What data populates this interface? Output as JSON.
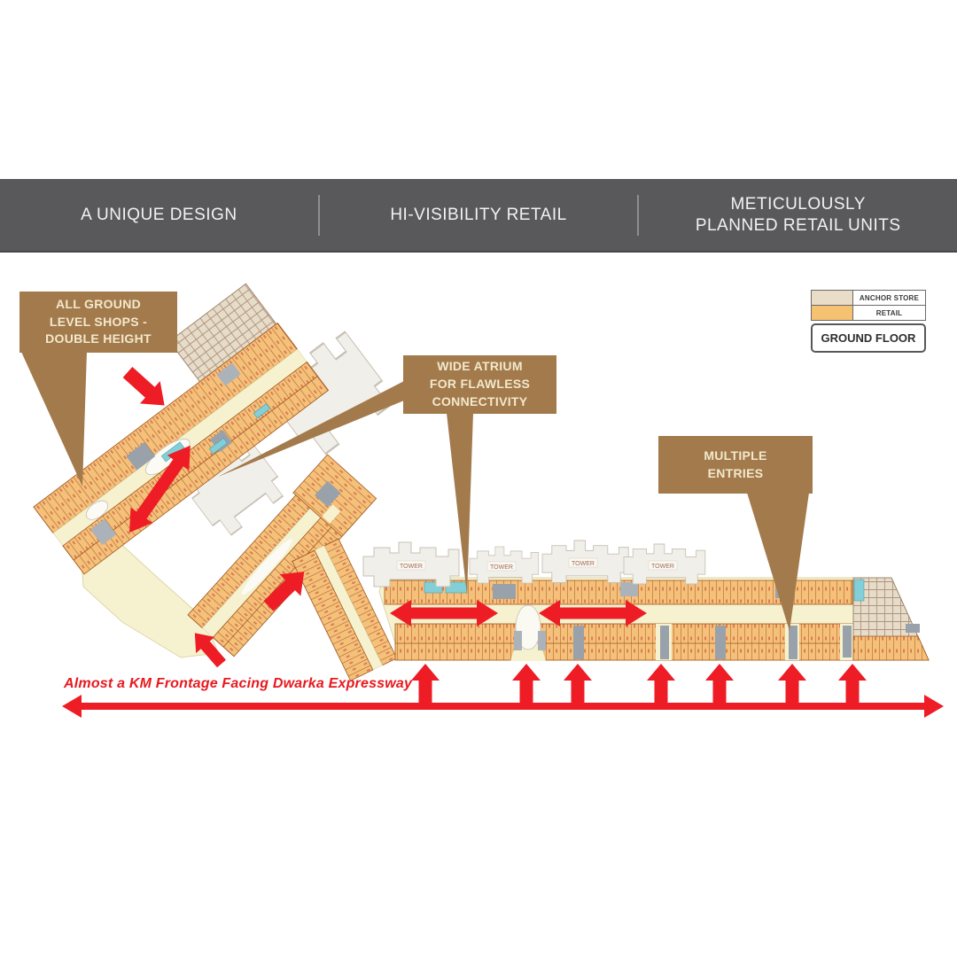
{
  "header": {
    "sections": [
      {
        "lines": [
          "A UNIQUE DESIGN"
        ]
      },
      {
        "lines": [
          "HI-VISIBILITY RETAIL"
        ]
      },
      {
        "lines": [
          "METICULOUSLY",
          "PLANNED RETAIL UNITS"
        ]
      }
    ]
  },
  "callouts": {
    "ground_shops": {
      "lines": [
        "ALL GROUND",
        "LEVEL SHOPS -",
        "DOUBLE HEIGHT"
      ]
    },
    "wide_atrium": {
      "lines": [
        "WIDE ATRIUM",
        "FOR FLAWLESS",
        "CONNECTIVITY"
      ]
    },
    "multiple_entries": {
      "lines": [
        "MULTIPLE",
        "ENTRIES"
      ]
    }
  },
  "legend": {
    "items": [
      {
        "label": "ANCHOR STORE",
        "color": "#E9DDC8"
      },
      {
        "label": "RETAIL",
        "color": "#F7C172"
      }
    ],
    "floor_label": "GROUND FLOOR"
  },
  "caption": {
    "text": "Almost a KM Frontage Facing Dwarka Expressway"
  },
  "plan": {
    "tower_labels": [
      "TOWER",
      "TOWER",
      "TOWER",
      "TOWER"
    ],
    "entry_arrow_count": 7,
    "colors": {
      "callout_brown": "#A37A4C",
      "arrow_red": "#EE1C25",
      "retail_orange": "#F4C07A",
      "anchor_beige": "#E6DCCA",
      "corridor_cream": "#F6F2D0",
      "header_gray": "#59595B"
    }
  }
}
